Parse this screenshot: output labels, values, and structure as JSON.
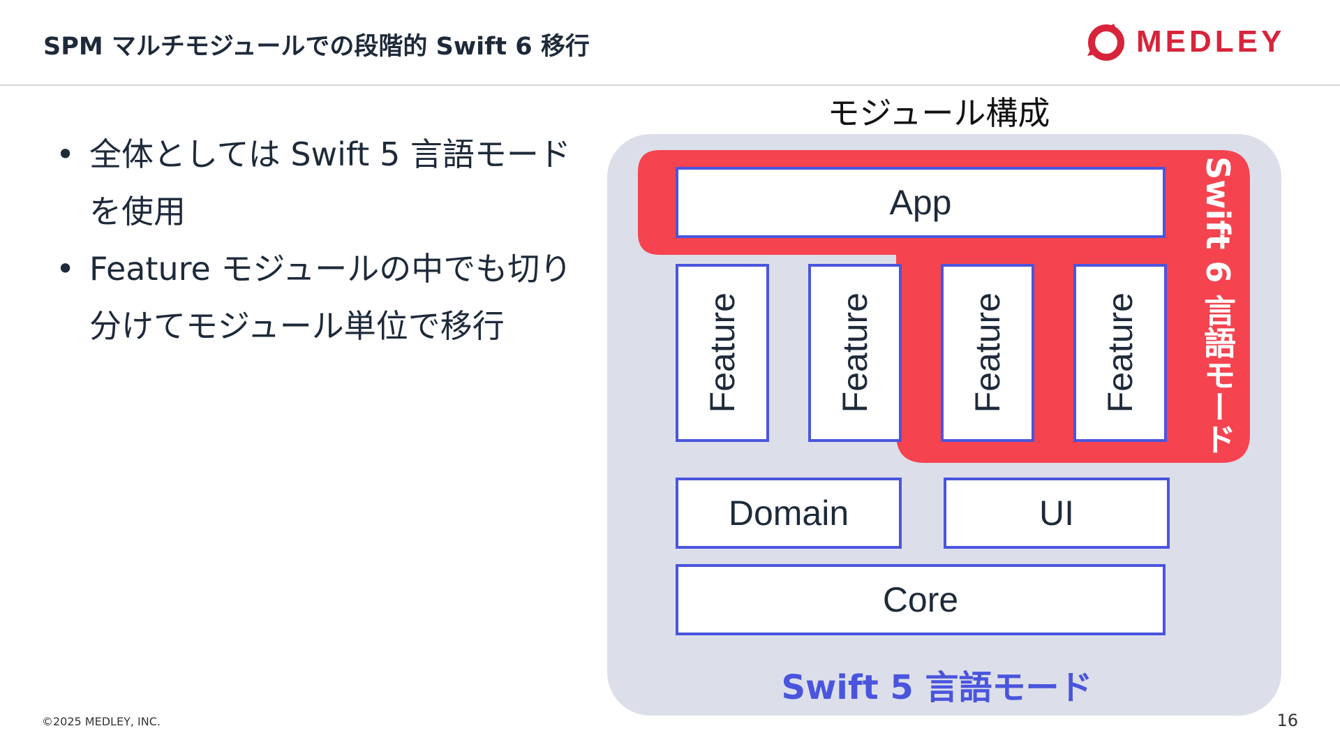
{
  "header": {
    "title": "SPM マルチモジュールでの段階的 Swift 6 移行",
    "logo_text": "MEDLEY"
  },
  "bullets": [
    "全体としては Swift 5 言語モードを使用",
    "Feature モジュールの中でも切り分けてモジュール単位で移行"
  ],
  "diagram": {
    "title": "モジュール構成",
    "modules": {
      "app": "App",
      "features": [
        "Feature",
        "Feature",
        "Feature",
        "Feature"
      ],
      "domain": "Domain",
      "ui": "UI",
      "core": "Core"
    },
    "swift6_label": "Swift 6 言語モード",
    "swift5_label": "Swift 5 言語モード"
  },
  "colors": {
    "accent_red": "#f5444f",
    "module_border": "#4a55dd",
    "background_gray": "#dcdfea",
    "brand_red": "#d7243a"
  },
  "footer": {
    "copyright": "©2025 MEDLEY, INC.",
    "page_number": "16"
  }
}
